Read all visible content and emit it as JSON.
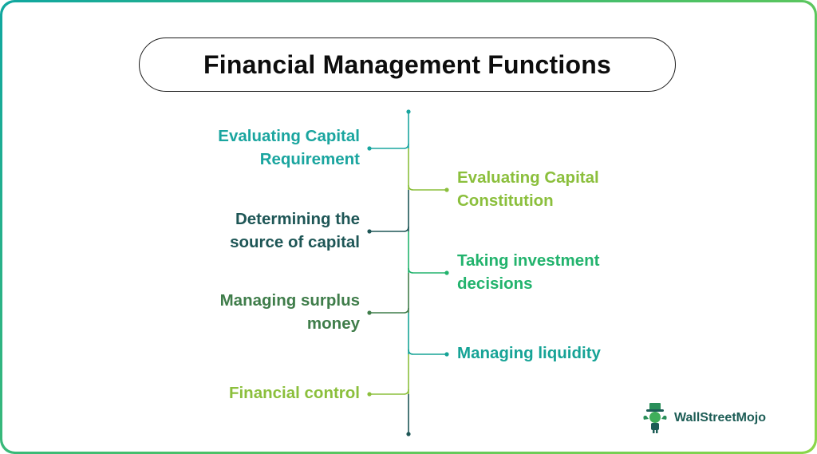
{
  "title": "Financial Management Functions",
  "functions": [
    {
      "side": "left",
      "lines": [
        "Evaluating Capital",
        "Requirement"
      ],
      "color": "#1aa59f"
    },
    {
      "side": "right",
      "lines": [
        "Evaluating Capital",
        "Constitution"
      ],
      "color": "#8bbf3c"
    },
    {
      "side": "left",
      "lines": [
        "Determining the",
        "source of capital"
      ],
      "color": "#1e5656"
    },
    {
      "side": "right",
      "lines": [
        "Taking investment",
        "decisions"
      ],
      "color": "#22b36d"
    },
    {
      "side": "left",
      "lines": [
        "Managing surplus",
        "money"
      ],
      "color": "#3f7d4a"
    },
    {
      "side": "right",
      "lines": [
        "Managing liquidity"
      ],
      "color": "#16a396"
    },
    {
      "side": "left",
      "lines": [
        "Financial control"
      ],
      "color": "#8bbf3c"
    }
  ],
  "brand": {
    "name": "WallStreetMojo",
    "icon": "mascot-icon"
  }
}
